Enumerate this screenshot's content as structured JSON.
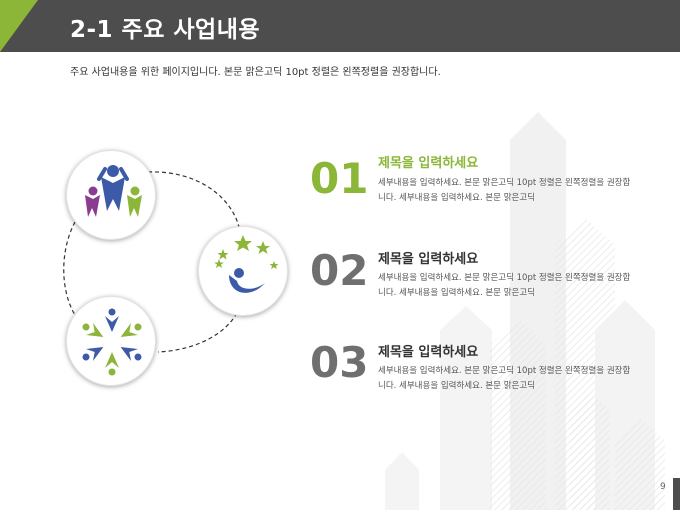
{
  "header": {
    "title": "2-1 주요 사업내용",
    "subtitle": "주요 사업내용을 위한 페이지입니다. 본문 맑은고딕 10pt 정렬은 왼쪽정렬을 권장합니다."
  },
  "colors": {
    "header_bg": "#4d4d4d",
    "accent_green": "#8bb637",
    "number_gray": "#6f6f6f",
    "icon_blue": "#3d5aa8",
    "icon_purple": "#8a3d8f"
  },
  "icons": [
    "people-group-icon",
    "star-person-icon",
    "circle-people-icon"
  ],
  "items": [
    {
      "number": "01",
      "title": "제목을 입력하세요",
      "desc": "세부내용을 입력하세요. 본문 맑은고딕 10pt 정렬은 왼쪽정렬을 권장합니다. 세부내용을 입력하세요. 본문 맑은고딕"
    },
    {
      "number": "02",
      "title": "제목을 입력하세요",
      "desc": "세부내용을 입력하세요. 본문 맑은고딕 10pt 정렬은 왼쪽정렬을 권장합니다. 세부내용을 입력하세요. 본문 맑은고딕"
    },
    {
      "number": "03",
      "title": "제목을 입력하세요",
      "desc": "세부내용을 입력하세요. 본문 맑은고딕 10pt 정렬은 왼쪽정렬을 권장합니다. 세부내용을 입력하세요. 본문 맑은고딕"
    }
  ],
  "page_number": "9"
}
